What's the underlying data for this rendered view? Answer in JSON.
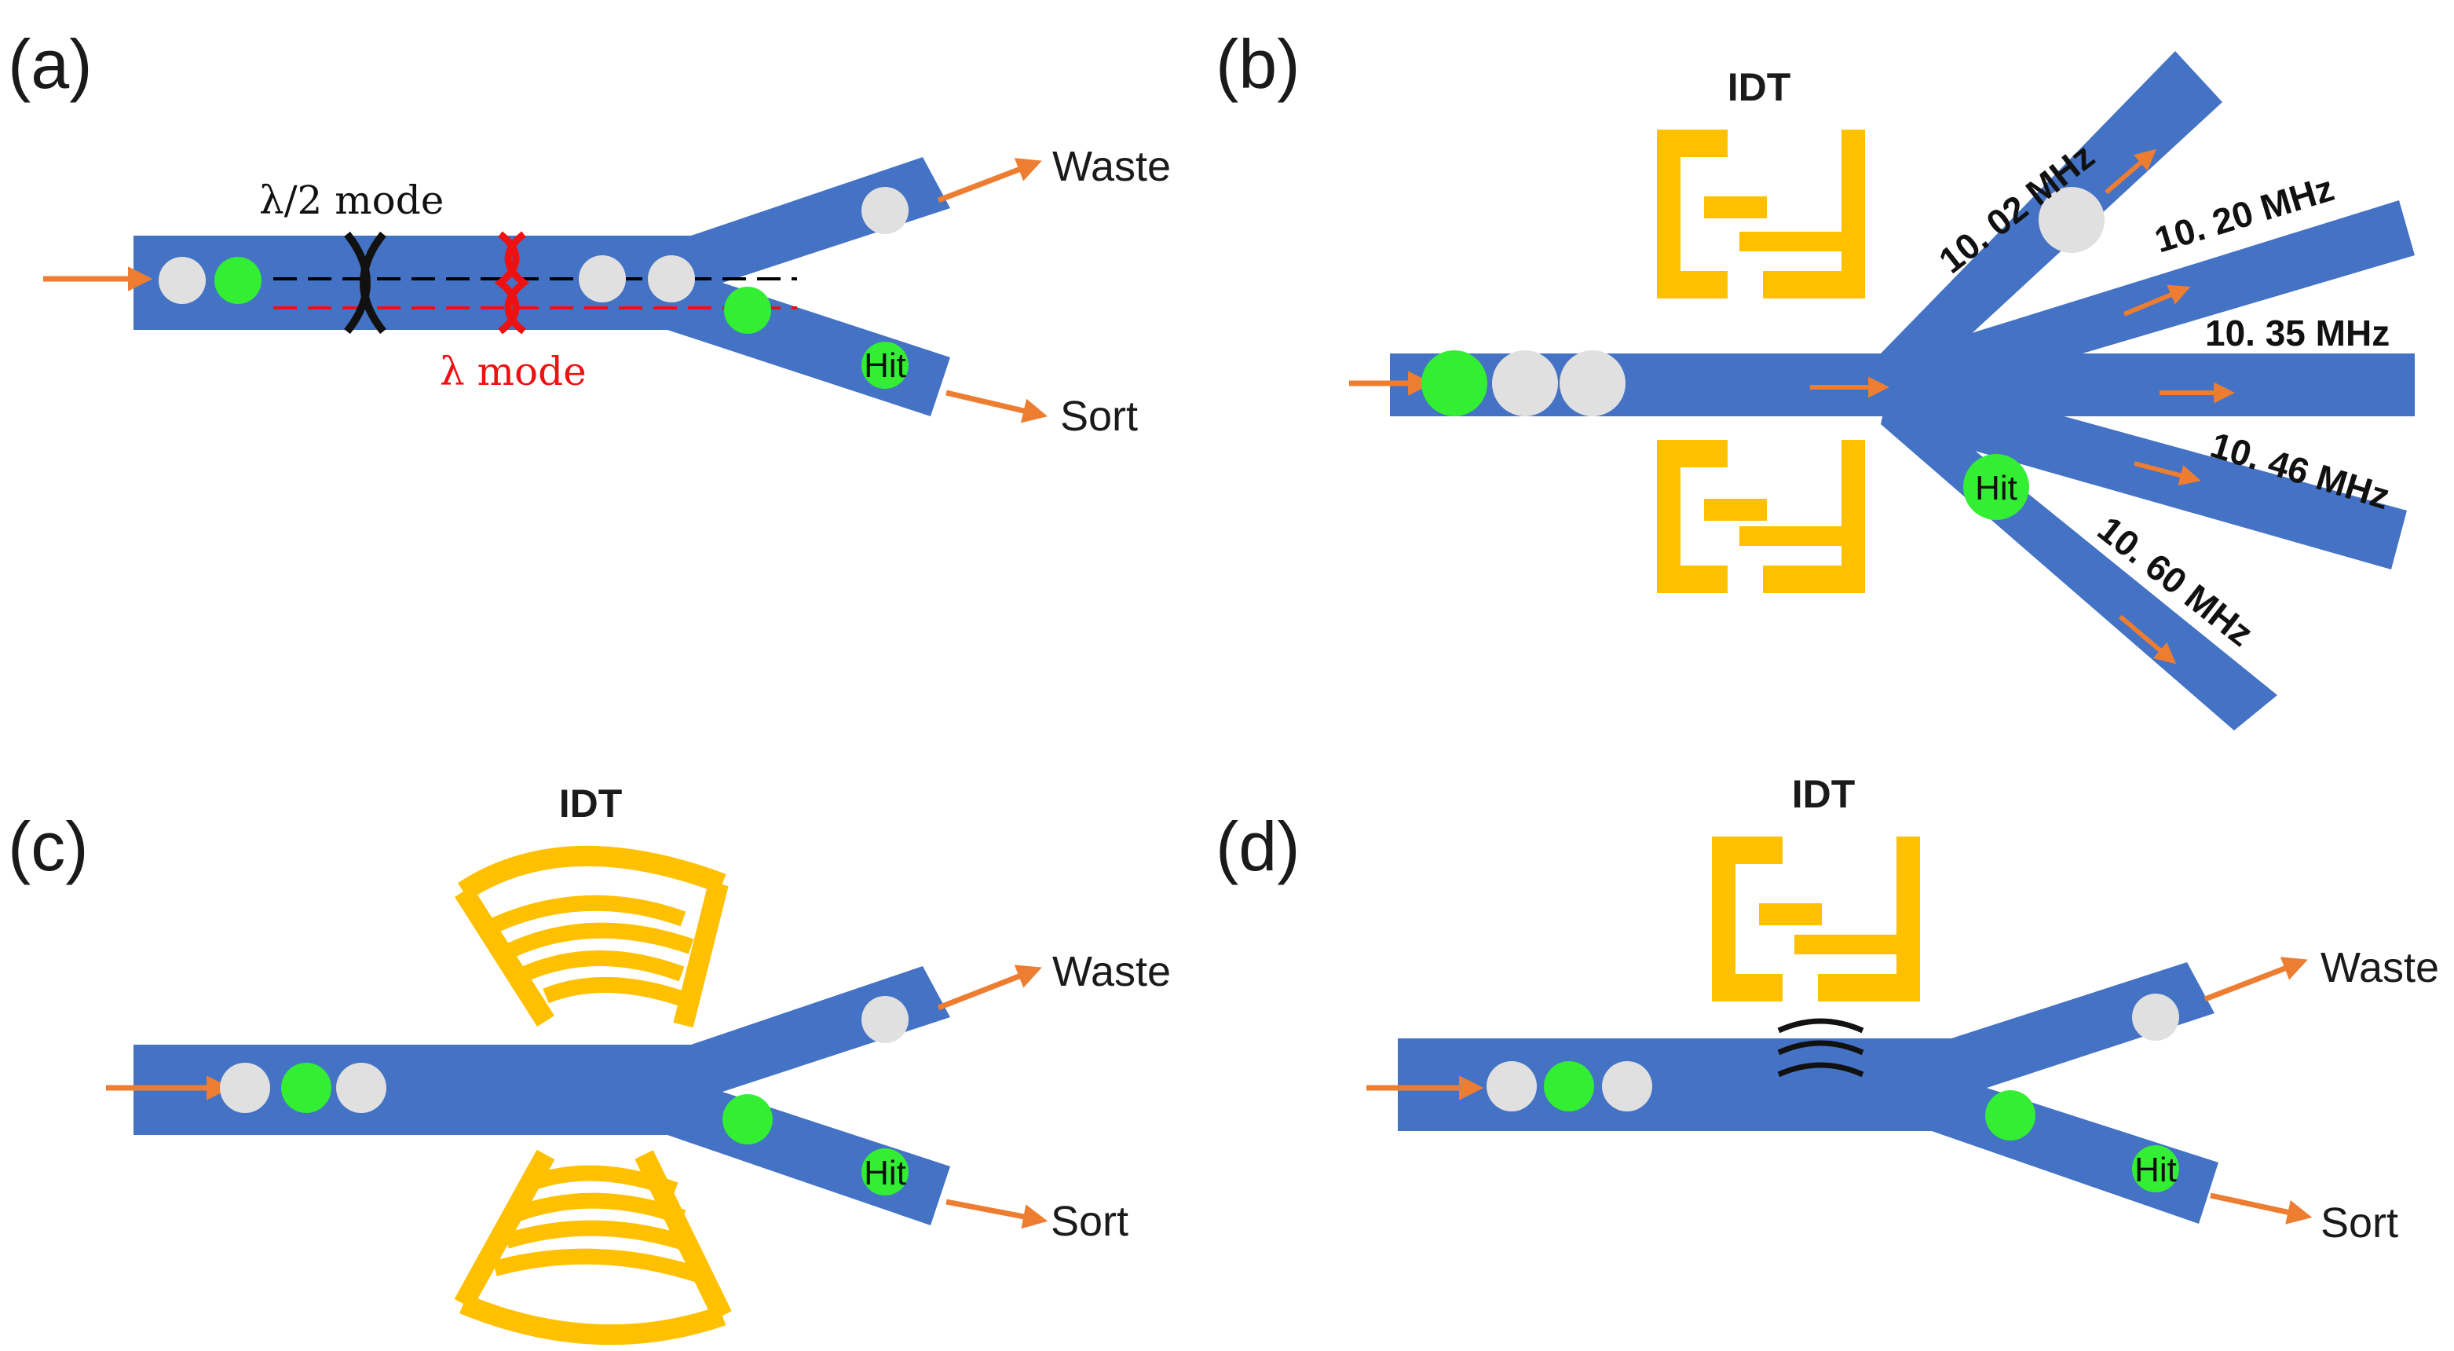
{
  "colors": {
    "channel": "#4472c4",
    "idt": "#ffc000",
    "arrow": "#ed7d31",
    "cell_hit": "#33ee33",
    "cell_other": "#e0e0e0",
    "mode_half": "#111111",
    "mode_full": "#ee1111",
    "wave": "#111111"
  },
  "panels": {
    "a": {
      "label": "(a)",
      "outputs": {
        "waste": "Waste",
        "sort": "Sort"
      },
      "hit": "Hit",
      "mode_half": "λ/2 mode",
      "mode_full": "λ mode"
    },
    "b": {
      "label": "(b)",
      "idt": "IDT",
      "hit": "Hit",
      "frequencies": [
        "10. 02 MHz",
        "10. 20 MHz",
        "10. 35 MHz",
        "10. 46 MHz",
        "10. 60 MHz"
      ]
    },
    "c": {
      "label": "(c)",
      "idt": "IDT",
      "outputs": {
        "waste": "Waste",
        "sort": "Sort"
      },
      "hit": "Hit"
    },
    "d": {
      "label": "(d)",
      "idt": "IDT",
      "outputs": {
        "waste": "Waste",
        "sort": "Sort"
      },
      "hit": "Hit"
    }
  }
}
